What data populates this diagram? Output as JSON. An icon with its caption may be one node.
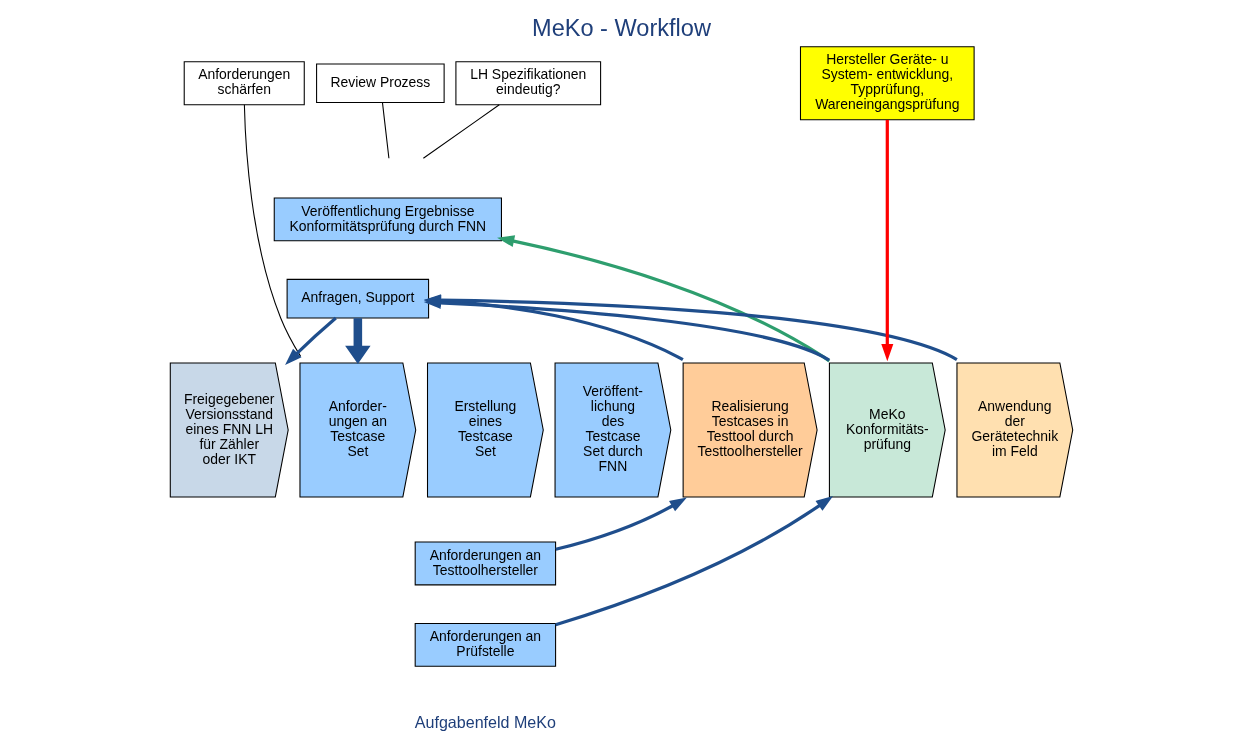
{
  "diagram": {
    "title": "MeKo - Workflow",
    "nodes": [
      {
        "text": [
          "Anforderungen schärfen"
        ]
      },
      {
        "text": [
          "LH Spezifikationen eindeutig?"
        ]
      },
      {
        "text": [
          "Veröffentlichung Ergebnisse Konformitätsprüfung durch FNN"
        ]
      },
      {
        "text": [
          "Anfragen, Support"
        ]
      },
      {
        "text": [
          "Freigegebener Versionsstand eines FNN LH für Zähler oder IKT"
        ]
      },
      {
        "text": [
          "Anforder- ungen an Testcase Set"
        ]
      },
      {
        "text": [
          "Erstellung eines Testcase Set"
        ]
      },
      {
        "text": [
          "Veröffent- lichung des Testcase Set durch FNN"
        ]
      },
      {
        "text": [
          "Realisierung Testcases in Testtool durch Testtoolhersteller"
        ]
      },
      {
        "text": [
          "MeKo Konformitäts- prüfung"
        ]
      },
      {
        "text": [
          "Anwendung der Gerätetechnik im Feld"
        ]
      },
      {
        "text": [
          "Anforderungen an Testtoolhersteller"
        ]
      },
      {
        "text": [
          "Anforderungen an Prüfstelle"
        ]
      },
      {
        "text": [
          "Hersteller Geräte- u System- entwicklung, Typprüfung, Wareneingangsprüfung"
        ]
      },
      {
        "text": [
          "Review Prozess"
        ]
      }
    ],
    "edges": [
      {
        "from": 9,
        "to": 2,
        "arrow": "to",
        "color": "#2e9e6e"
      },
      {
        "from": 8,
        "to": 3,
        "arrow": "to"
      },
      {
        "from": 9,
        "to": 3,
        "arrow": "to"
      },
      {
        "from": 10,
        "to": 3,
        "arrow": "to"
      },
      {
        "from": 3,
        "to": 4,
        "arrow": "to"
      },
      {
        "from": 3,
        "to": 5,
        "arrow": "to",
        "style": "thick"
      },
      {
        "from": 13,
        "to": 9,
        "arrow": "to",
        "color": "#ff0000"
      },
      {
        "from": 11,
        "to": 8,
        "arrow": "to"
      },
      {
        "from": 12,
        "to": 9,
        "arrow": "to"
      },
      {
        "from": 0,
        "to": 5,
        "arrow": "none",
        "color": "#000000"
      },
      {
        "from": 1,
        "to": null,
        "arrow": "none",
        "color": "#000000"
      },
      {
        "from": 14,
        "to": null,
        "arrow": "none",
        "color": "#000000"
      }
    ],
    "labels": [
      "Aufgabenfeld MeKo"
    ]
  }
}
